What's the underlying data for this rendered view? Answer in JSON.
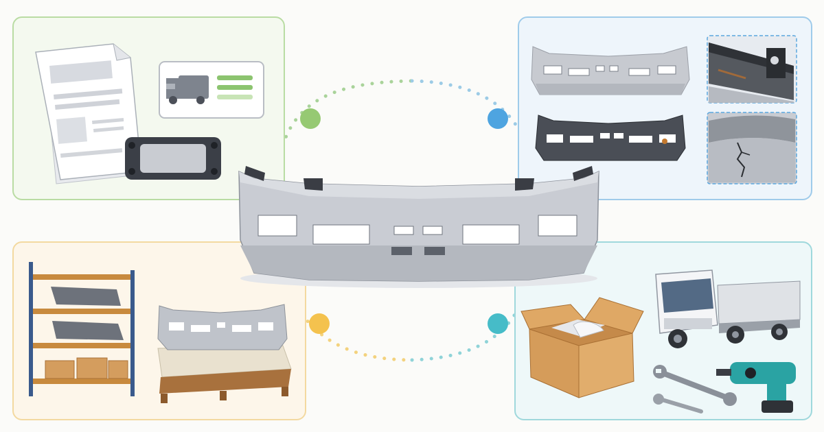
{
  "theme": {
    "background": "#fbfbf9",
    "documents_accent": "#8fc46f",
    "inspection_accent": "#5aaade",
    "storage_accent": "#f2c14e",
    "delivery_accent": "#4fbfca",
    "part_silver": "#c9ccd3",
    "part_dark": "#3a3d44"
  },
  "hero": {
    "icon": "truck-front-bumper"
  },
  "panels": [
    {
      "id": "documents",
      "accent": "#8fc46f",
      "icons": [
        "document-stack-icon",
        "delivery-truck-icon",
        "license-plate-icon"
      ]
    },
    {
      "id": "inspection",
      "accent": "#5aaade",
      "icons": [
        "bumper-front-view",
        "bumper-rear-view",
        "bracket-closeup",
        "crack-closeup"
      ]
    },
    {
      "id": "storage",
      "accent": "#f2c14e",
      "icons": [
        "warehouse-shelf-icon",
        "wrapped-bumper-on-pallet"
      ]
    },
    {
      "id": "delivery",
      "accent": "#4fbfca",
      "icons": [
        "shipping-box-icon",
        "cab-over-truck-icon",
        "wrench-icon",
        "cordless-drill-icon"
      ]
    }
  ]
}
